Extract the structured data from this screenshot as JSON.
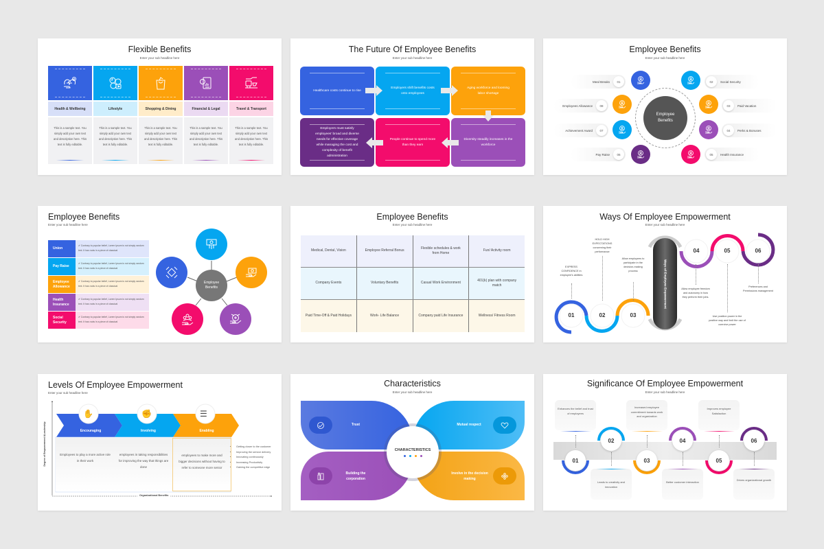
{
  "colors": {
    "blue": "#3563e0",
    "sky": "#05a6f0",
    "orange": "#fda20b",
    "purple": "#9b4fb8",
    "pink": "#f30c6c",
    "darkpurple": "#6a2d86",
    "gray": "#6b6b6b",
    "background": "#e8e8e8"
  },
  "slides": [
    {
      "title": "Flexible Benefits",
      "subtitle": "Enter your sub headline here",
      "columns": [
        {
          "label": "Health & Wellbeing",
          "icon": "heart-hand-icon",
          "text": "This is a sample text. You simply add your own text and description here. This text is fully editable."
        },
        {
          "label": "Lifestyle",
          "icon": "media-icon",
          "text": "This is a sample text. You simply add your own text and description here. This text is fully editable."
        },
        {
          "label": "Shopping & Dining",
          "icon": "shopping-bag-icon",
          "text": "This is a sample text. You simply add your own text and description here. This text is fully editable."
        },
        {
          "label": "Financial & Legal",
          "icon": "finance-doc-icon",
          "text": "This is a sample text. You simply add your own text and description here. This text is fully editable."
        },
        {
          "label": "Travel & Transport",
          "icon": "transport-icon",
          "text": "This is a sample text. You simply add your own text and description here. This text is fully editable."
        }
      ]
    },
    {
      "title": "The Future Of Employee Benefits",
      "subtitle": "Enter your sub headline here",
      "boxes": [
        "Healthcare costs continue to rise",
        "Employers shift benefits costs onto employees",
        "Aging workforce and looming labor shortage",
        "Diversity steadily increases in the workforce",
        "People continue to spend more than they earn",
        "Employers must satisfy employees' broad and diverse needs for effective coverage while managing the cost and complexity of benefit administration"
      ]
    },
    {
      "title": "Employee Benefits",
      "subtitle": "Enter your sub headline here",
      "center": "Employee Benefits",
      "items": [
        {
          "num": "01",
          "label": "Meal Breaks"
        },
        {
          "num": "02",
          "label": "Social Security"
        },
        {
          "num": "03",
          "label": "Paid Vacation"
        },
        {
          "num": "04",
          "label": "Perks & Bonuses"
        },
        {
          "num": "05",
          "label": "Health Insurance"
        },
        {
          "num": "06",
          "label": "Pay Raise"
        },
        {
          "num": "07",
          "label": "Achievement Award"
        },
        {
          "num": "08",
          "label": "Employees Allowance"
        }
      ]
    },
    {
      "title": "Employee Benefits",
      "subtitle": "Enter your sub headline here",
      "hub_center": "Employee Benefits",
      "rows": [
        {
          "label": "Union",
          "text": "✔ Contrary to popular belief, Lorem Ipsum is not simply random text. It has roots in a piece of classical"
        },
        {
          "label": "Pay Raise",
          "text": "✔ Contrary to popular belief, Lorem Ipsum is not simply random text. It has roots in a piece of classical"
        },
        {
          "label": "Employee Allowance",
          "text": "✔ Contrary to popular belief, Lorem Ipsum is not simply random text. It has roots in a piece of classical"
        },
        {
          "label": "Health Insurance",
          "text": "✔ Contrary to popular belief, Lorem Ipsum is not simply random text. It has roots in a piece of classical"
        },
        {
          "label": "Social Security",
          "text": "✔ Contrary to popular belief, Lorem Ipsum is not simply random text. It has roots in a piece of classical"
        }
      ]
    },
    {
      "title": "Employee Benefits",
      "subtitle": "Enter your sub headline here",
      "table": [
        [
          "Medical, Dental, Vision",
          "Employee Referral Bonus",
          "Flexible schedules & work from Home",
          "Fun/ Activity room"
        ],
        [
          "Company Events",
          "Voluntary Benefits",
          "Casual Work Environment",
          "401(k) plan with company match"
        ],
        [
          "Paid Time-Off & Paid Holidays",
          "Work- Life Balance",
          "Company paid Life Insurance",
          "Wellness/ Fitness Room"
        ]
      ]
    },
    {
      "title": "Ways Of Employee Empowerment",
      "subtitle": "Enter your sub headline here",
      "center_label": "Ways of Employee Empowerment",
      "steps": [
        {
          "num": "01",
          "text": "EXPRESS CONFIDENCE in employee's abilities"
        },
        {
          "num": "02",
          "text": "HOLD HIGH EXPECTATIONS concerning their performance"
        },
        {
          "num": "03",
          "text": "Allow employees to participate in the decision-making process"
        },
        {
          "num": "04",
          "text": "Allow employee freedom and autonomy in how they perform their jobs."
        },
        {
          "num": "05",
          "text": "Use position power in the positive way and limit the use of coercive power"
        },
        {
          "num": "06",
          "text": "Preferences and Permissions management"
        }
      ]
    },
    {
      "title": "Levels Of Employee Empowerment",
      "subtitle": "Enter your sub headline here",
      "y_axis": "Degree of Empowerment &Leadership",
      "x_axis": "Organizational Benefits",
      "levels": [
        {
          "label": "Encouraging",
          "text": "Employees to play a more active role in their work"
        },
        {
          "label": "Involving",
          "text": "employees in taking responsibilities for improving the way that things are done"
        },
        {
          "label": "Enabling",
          "text": "employees to make more and bigger decisions without having to refer to someone more senior"
        }
      ],
      "bullets": [
        "Getting closer to the customer",
        "Improving the service delivery",
        "Innovating continuously",
        "Increasing Productivity",
        "Gaining the competitive edge"
      ]
    },
    {
      "title": "Characteristics",
      "subtitle": "Enter your sub headline here",
      "center": "CHARACTERISTICS",
      "quadrants": [
        {
          "label": "Trust"
        },
        {
          "label": "Mutual respect"
        },
        {
          "label": "Building the corporation"
        },
        {
          "label": "Involve in the decision making"
        }
      ]
    },
    {
      "title": "Significance Of Employee Empowerment",
      "subtitle": "Enter your sub headline here",
      "steps": [
        {
          "num": "01",
          "text": "Enhances the belief and trust of employees"
        },
        {
          "num": "02",
          "text": "Leads to creativity and innovation"
        },
        {
          "num": "03",
          "text": "Increased employee commitment towards work and organization"
        },
        {
          "num": "04",
          "text": "Better customer interaction"
        },
        {
          "num": "05",
          "text": "Improves employee Satisfaction"
        },
        {
          "num": "06",
          "text": "Drives organizational growth"
        }
      ]
    }
  ]
}
